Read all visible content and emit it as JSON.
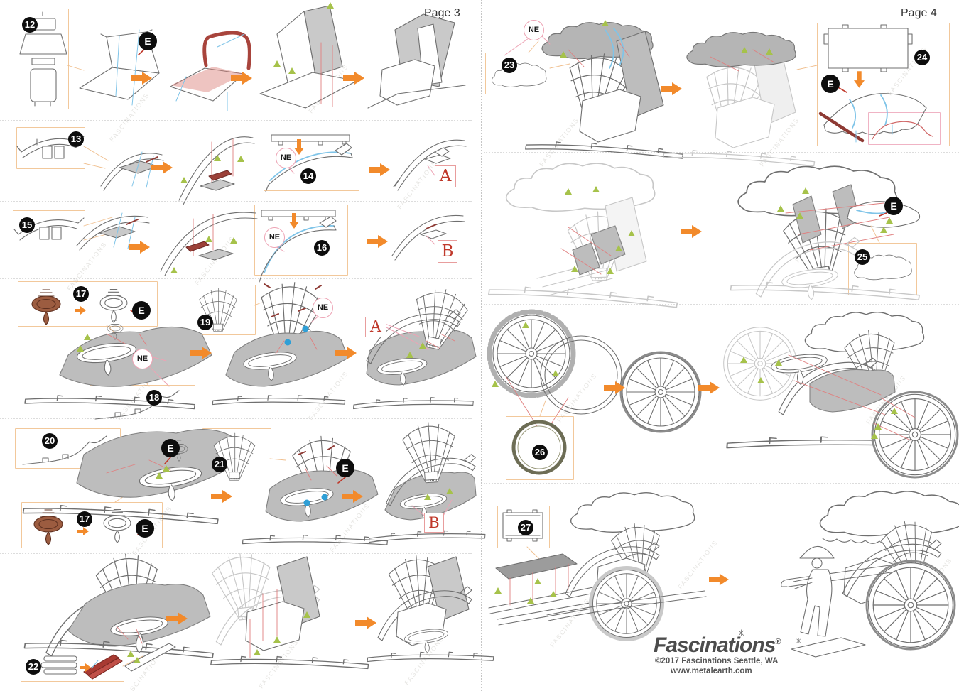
{
  "watermark": "FASCINATIONS",
  "pages": {
    "page3": {
      "label": "Page 3"
    },
    "page4": {
      "label": "Page 4"
    }
  },
  "labels": {
    "e": "E",
    "ne": "NE",
    "a": "A",
    "b": "B"
  },
  "steps": {
    "n12": "12",
    "n13": "13",
    "n14": "14",
    "n15": "15",
    "n16": "16",
    "n17": "17",
    "n18": "18",
    "n19": "19",
    "n20": "20",
    "n21": "21",
    "n22": "22",
    "n23": "23",
    "n24": "24",
    "n25": "25",
    "n26": "26",
    "n27": "27"
  },
  "footer": {
    "brand": "Fascinations",
    "reg": "®",
    "copyright": "©2017 Fascinations Seattle, WA",
    "website": "www.metalearth.com"
  },
  "icon_names": {
    "arrow": "orange-step-arrow",
    "triangle": "green-alignment-triangle",
    "dot": "blue-attachment-dot",
    "sparkle": "sparkle"
  },
  "colors": {
    "accent_orange": "#F28A2B",
    "part_box_border": "#F2C89B",
    "badge_black": "#0D0D0D",
    "ne_ring_pink": "#EDA3B4",
    "result_red": "#C0392B",
    "highlight_maroon": "#8E3A34",
    "highlight_red_part": "#A83A32",
    "triangle_green": "#A6C24A",
    "dot_blue": "#2F9FD6",
    "guide_red": "#E07F7F",
    "fold_blue": "#7FC4E8",
    "ring_olive": "#6D6D55",
    "part_gray": "#BDBDBD"
  }
}
